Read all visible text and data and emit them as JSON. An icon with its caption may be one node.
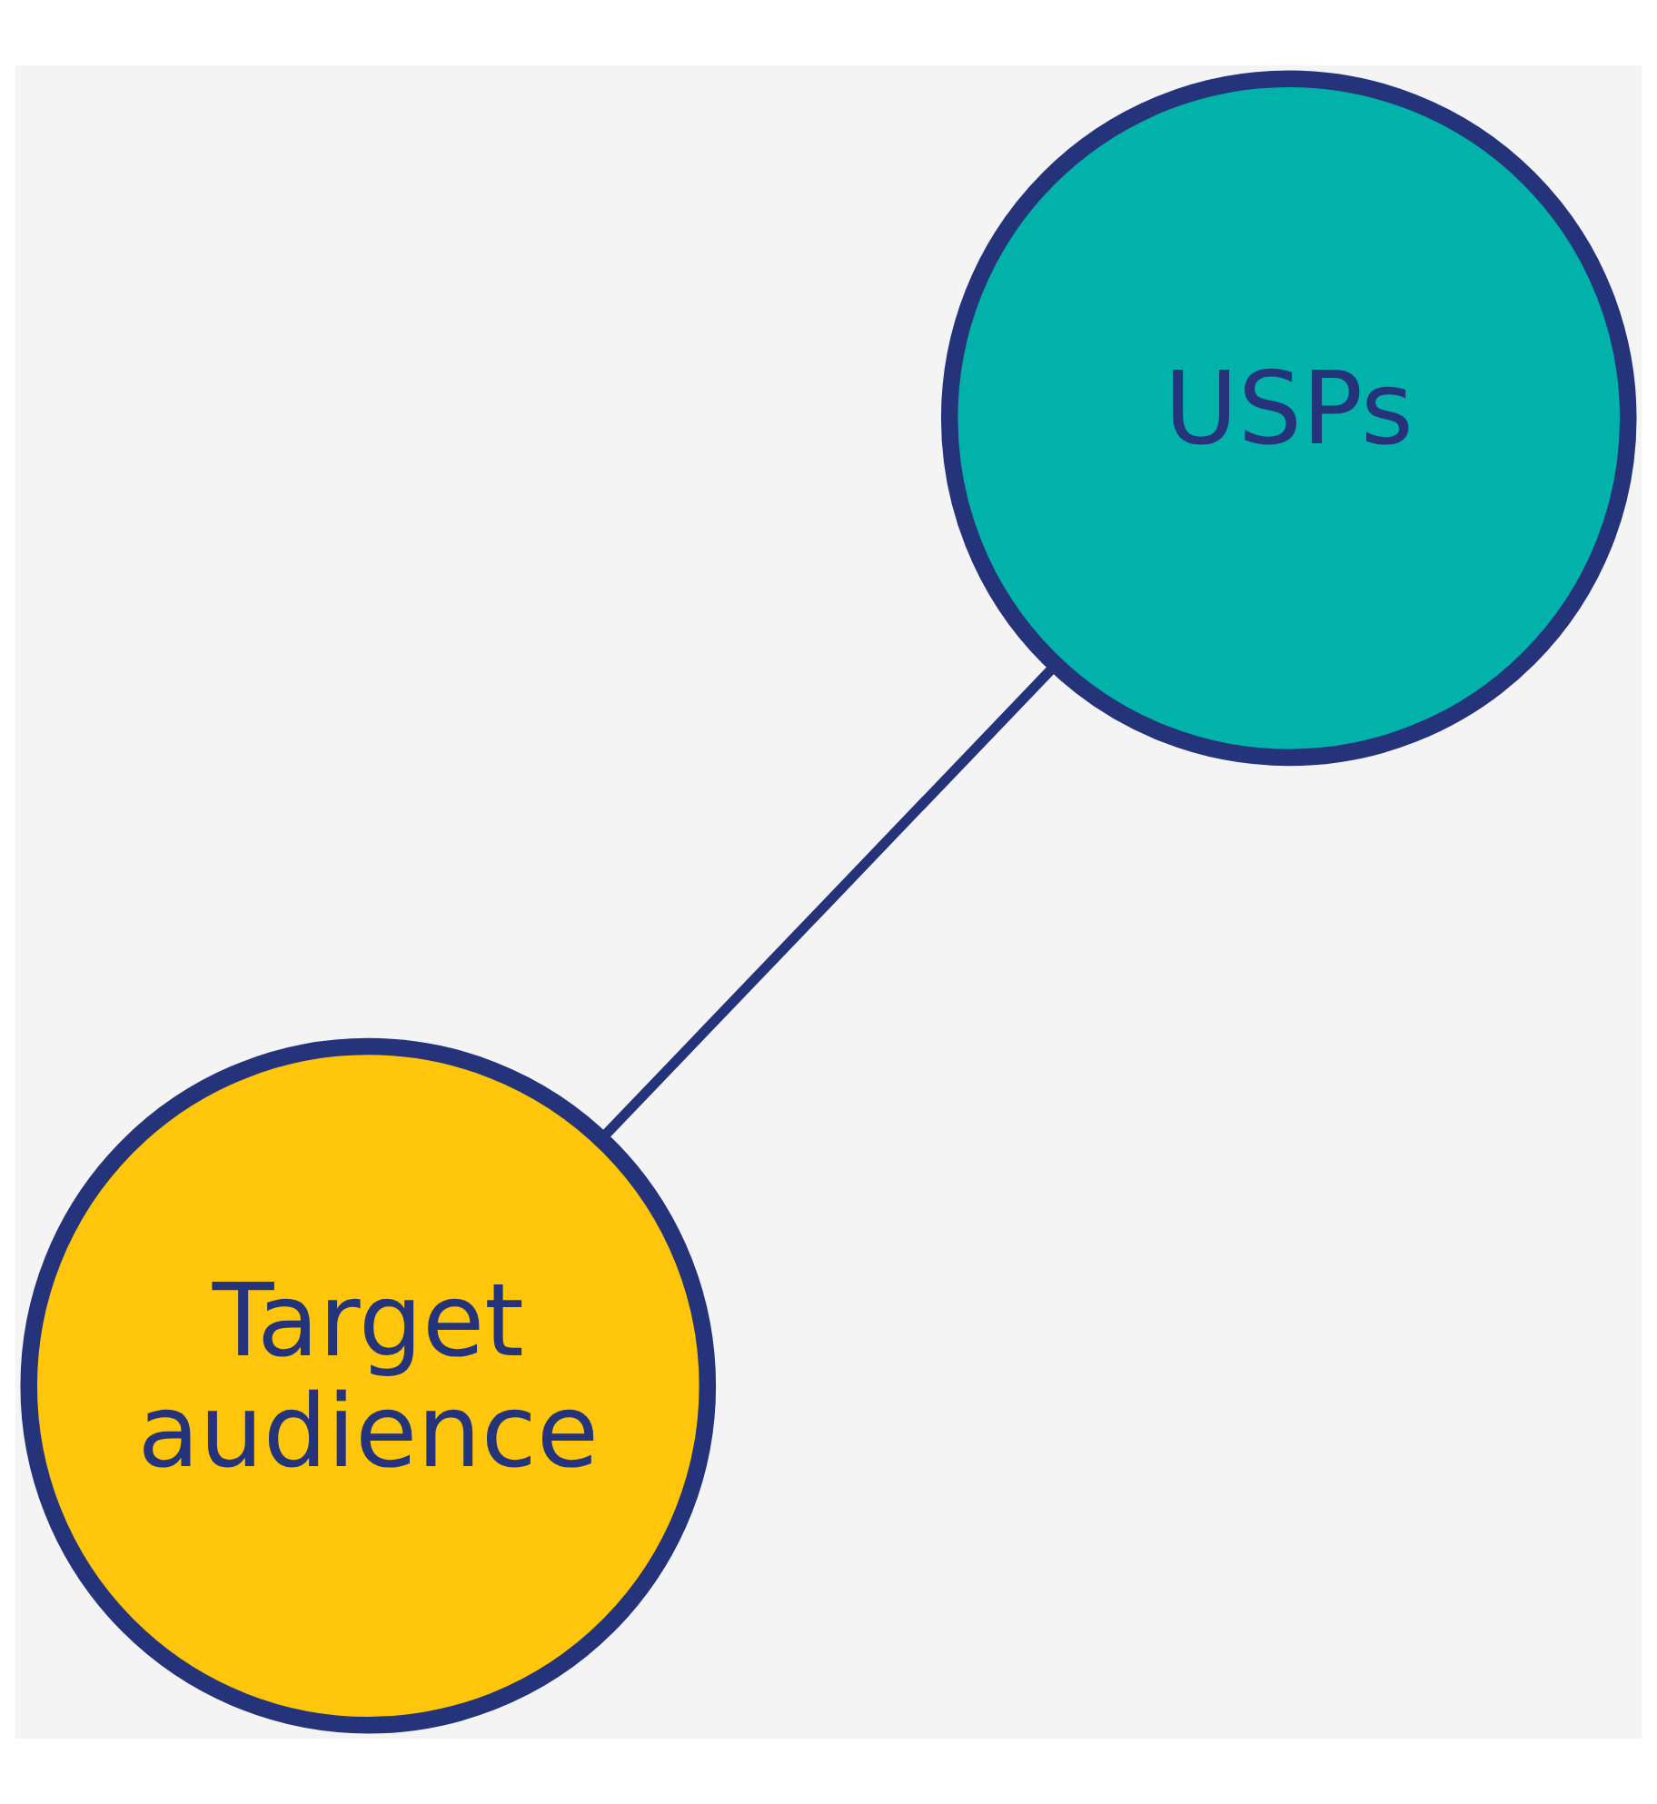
{
  "diagram": {
    "nodes": [
      {
        "text": [
          "USPs"
        ]
      },
      {
        "text": [
          "Target audience"
        ]
      }
    ],
    "edges": [
      {
        "from": 0,
        "to": 1,
        "arrow": "none"
      }
    ]
  }
}
